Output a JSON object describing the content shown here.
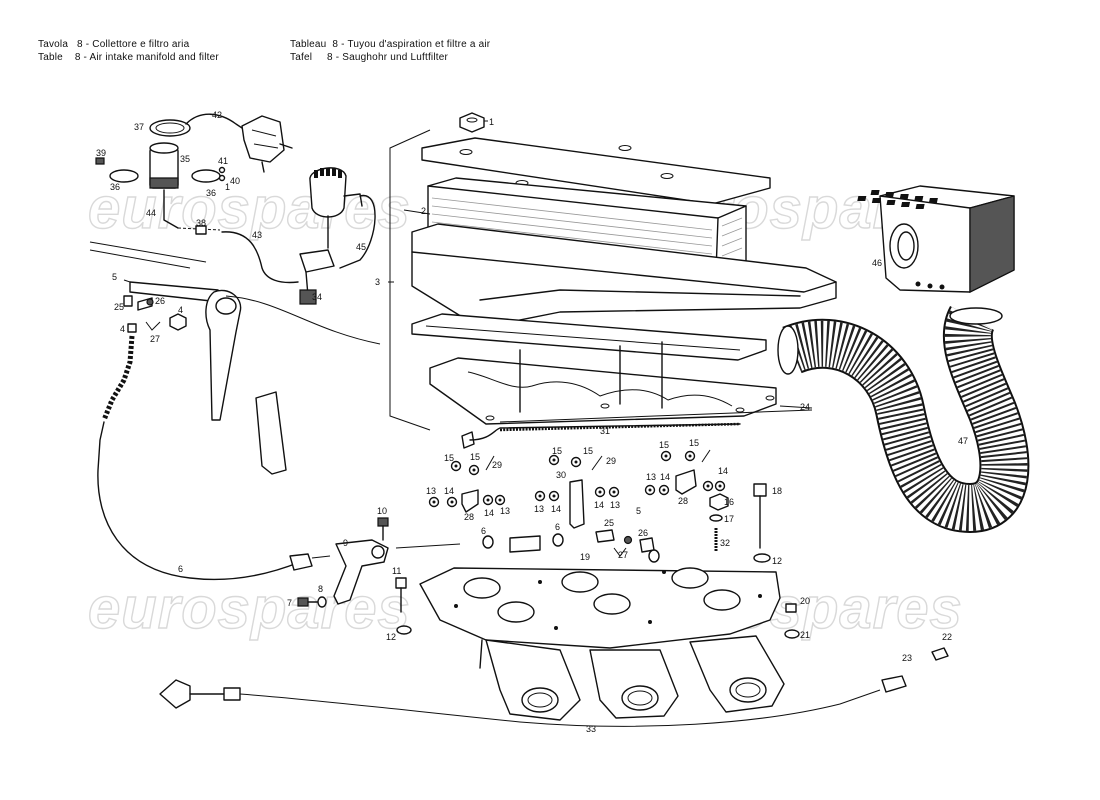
{
  "header": {
    "it": "Tavola   8 - Collettore e filtro aria",
    "en": "Table    8 - Air intake manifold and filter",
    "fr": "Tableau  8 - Tuyou d'aspiration et filtre a air",
    "de": "Tafel     8 - Saughohr und Luftfilter"
  },
  "watermark": "eurospares",
  "labels": {
    "l1": "1",
    "l2": "2",
    "l3": "3",
    "l4a": "4",
    "l4b": "4",
    "l5a": "5",
    "l5b": "5",
    "l6a": "6",
    "l6b": "6",
    "l6c": "6",
    "l7": "7",
    "l8": "8",
    "l9": "9",
    "l10": "10",
    "l11": "11",
    "l12a": "12",
    "l12b": "12",
    "l13a": "13",
    "l13b": "13",
    "l13c": "13",
    "l13d": "13",
    "l13e": "13",
    "l14a": "14",
    "l14b": "14",
    "l14c": "14",
    "l14d": "14",
    "l14e": "14",
    "l14f": "14",
    "l15a": "15",
    "l15b": "15",
    "l15c": "15",
    "l15d": "15",
    "l15e": "15",
    "l15f": "15",
    "l16": "16",
    "l17": "17",
    "l18": "18",
    "l19": "19",
    "l20": "20",
    "l21": "21",
    "l22": "22",
    "l23": "23",
    "l24": "24",
    "l25a": "25",
    "l25b": "25",
    "l26a": "26",
    "l26b": "26",
    "l27a": "27",
    "l27b": "27",
    "l28a": "28",
    "l28b": "28",
    "l29a": "29",
    "l29b": "29",
    "l30": "30",
    "l31": "31",
    "l32": "32",
    "l33": "33",
    "l34": "34",
    "l35": "35",
    "l36a": "36",
    "l36b": "36",
    "l37": "37",
    "l38": "38",
    "l39": "39",
    "l40": "40",
    "l41": "41",
    "l42": "42",
    "l43": "43",
    "l44": "44",
    "l45": "45",
    "l46": "46",
    "l47": "47",
    "l1b": "1"
  }
}
